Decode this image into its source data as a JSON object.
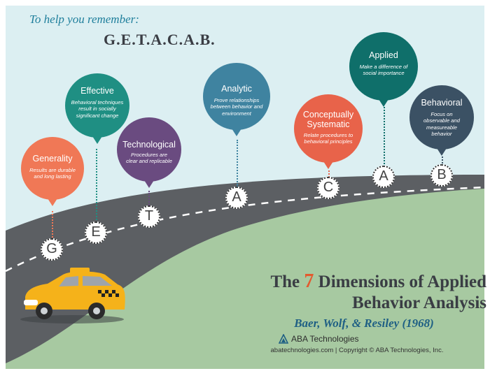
{
  "header": {
    "reminder": "To help you remember:",
    "acronym": "G.E.T.A.C.A.B."
  },
  "dimensions": [
    {
      "key": "generality",
      "letter": "G",
      "title": "Generality",
      "description": "Results are durable and long lasting",
      "color": "#f07856"
    },
    {
      "key": "effective",
      "letter": "E",
      "title": "Effective",
      "description": "Behavioral techniques result in socially significant change",
      "color": "#1f8f83"
    },
    {
      "key": "technological",
      "letter": "T",
      "title": "Technological",
      "description": "Procedures are clear and replicable",
      "color": "#6a4b80"
    },
    {
      "key": "analytic",
      "letter": "A",
      "title": "Analytic",
      "description": "Prove relationships between behavior and environment",
      "color": "#3f83a0"
    },
    {
      "key": "conceptually",
      "letter": "C",
      "title": "Conceptually Systematic",
      "description": "Relate procedures to behavioral principles",
      "color": "#e8634a"
    },
    {
      "key": "applied",
      "letter": "A",
      "title": "Applied",
      "description": "Make a difference of social importance",
      "color": "#0f6f6a"
    },
    {
      "key": "behavioral",
      "letter": "B",
      "title": "Behavioral",
      "description": "Focus on observable and measureable behavior",
      "color": "#3b5164"
    }
  ],
  "title": {
    "line1_before": "The ",
    "number": "7",
    "line1_after": " Dimensions of Applied",
    "line2": "Behavior Analysis"
  },
  "citation": "Baer, Wolf, & Resiley (1968)",
  "brand": {
    "name": "ABA Technologies"
  },
  "footer": "abatechnologies.com | Copyright © ABA Technologies, Inc.",
  "colors": {
    "sky": "#dceff2",
    "grass": "#a7c9a1",
    "road": "#5c5f63",
    "road_dash": "#ffffff",
    "taxi": "#f5b21a",
    "title_accent": "#e35a2e"
  }
}
